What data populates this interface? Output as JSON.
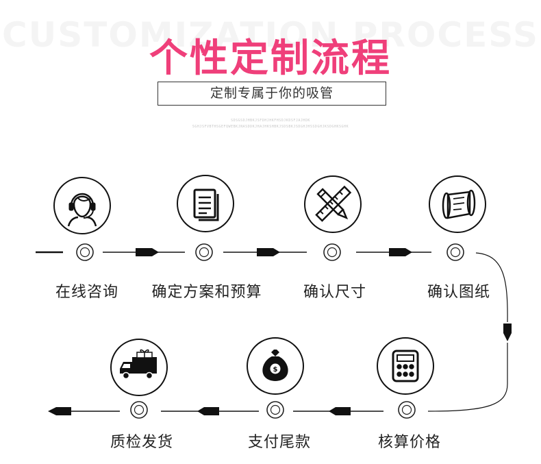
{
  "header": {
    "background_text": "CUSTOMIZATION PROCESS",
    "title": "个性定制流程",
    "subtitle": "定制专属于你的吸管",
    "tiny_line_1": "SDSGSDJHBKJSFDHJHKFHSDJKDSFJAJHDK",
    "tiny_line_2": "SGHJSFVBTHSGEFQWEBKJNASDDKJHAJHKSHBKJSDSBKJSDGHJHSSDGHJKSDGHKSGHK",
    "title_color": "#ef3f7a"
  },
  "steps": [
    {
      "label": "在线咨询",
      "icon": "headset-person-icon"
    },
    {
      "label": "确定方案和预算",
      "icon": "document-list-icon"
    },
    {
      "label": "确认尺寸",
      "icon": "ruler-pencil-icon"
    },
    {
      "label": "确认图纸",
      "icon": "scroll-blueprint-icon"
    },
    {
      "label": "核算价格",
      "icon": "calculator-icon"
    },
    {
      "label": "支付尾款",
      "icon": "money-bag-icon"
    },
    {
      "label": "质检发货",
      "icon": "delivery-truck-icon"
    }
  ]
}
